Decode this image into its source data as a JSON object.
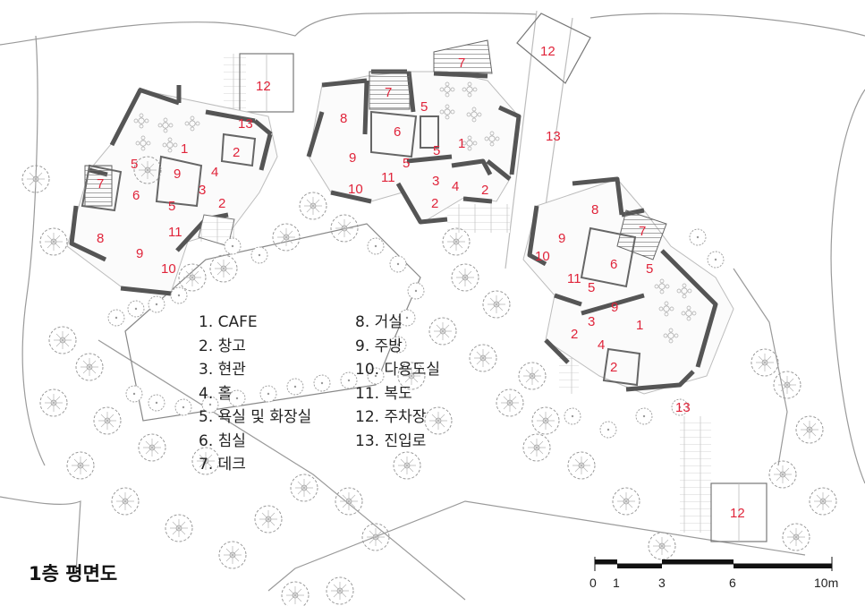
{
  "title": "1층 평면도",
  "legend": [
    "1. CAFE",
    "2. 창고",
    "3. 현관",
    "4. 홀",
    "5. 욕실 및 화장실",
    "6. 침실",
    "7. 데크",
    "8. 거실",
    "9. 주방",
    "10. 다용도실",
    "11. 복도",
    "12. 주차장",
    "13. 진입로"
  ],
  "scale": {
    "ticks": [
      "0",
      "1",
      "3",
      "6",
      "10m"
    ]
  },
  "room_tags": {
    "left": [
      "1",
      "2",
      "13",
      "12",
      "5",
      "9",
      "4",
      "3",
      "7",
      "6",
      "5",
      "2",
      "11",
      "8",
      "9",
      "10"
    ],
    "middle": [
      "8",
      "7",
      "5",
      "6",
      "9",
      "1",
      "5",
      "11",
      "10",
      "3",
      "4",
      "2",
      "2",
      "7"
    ],
    "right": [
      "12",
      "13",
      "8",
      "7",
      "9",
      "10",
      "6",
      "5",
      "11",
      "5",
      "9",
      "3",
      "2",
      "1",
      "4",
      "2"
    ],
    "bottom": [
      "13",
      "12"
    ]
  },
  "colors": {
    "room_number": "#e0243a",
    "wall": "#555555",
    "line": "#999999"
  }
}
